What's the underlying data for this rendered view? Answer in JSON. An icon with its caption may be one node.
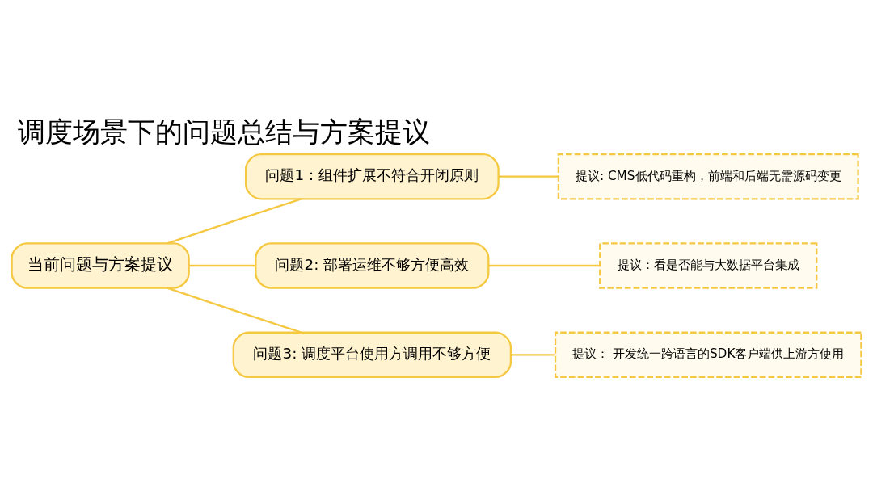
{
  "diagram": {
    "title": "调度场景下的问题总结与方案提议",
    "nodes": [
      {
        "text": [
          "当前问题与方案提议"
        ]
      },
      {
        "text": [
          "问题1：组件扩展不符合开闭原则"
        ]
      },
      {
        "text": [
          "问题2: 部署运维不够方便高效"
        ]
      },
      {
        "text": [
          "问题3: 调度平台使用方调用不够方便"
        ]
      },
      {
        "text": [
          "提议: CMS低代码重构，前端和后端无需源码变更"
        ]
      },
      {
        "text": [
          "提议：看是否能与大数据平台集成"
        ]
      },
      {
        "text": [
          "提议： 开发统一跨语言的SDK客户端供上游方使用"
        ]
      }
    ],
    "edges": [
      {
        "from": 0,
        "to": 1,
        "arrow": "none"
      },
      {
        "from": 0,
        "to": 2,
        "arrow": "none"
      },
      {
        "from": 0,
        "to": 3,
        "arrow": "none"
      },
      {
        "from": 1,
        "to": 4,
        "arrow": "none"
      },
      {
        "from": 2,
        "to": 5,
        "arrow": "none"
      },
      {
        "from": 3,
        "to": 6,
        "arrow": "none"
      }
    ]
  }
}
